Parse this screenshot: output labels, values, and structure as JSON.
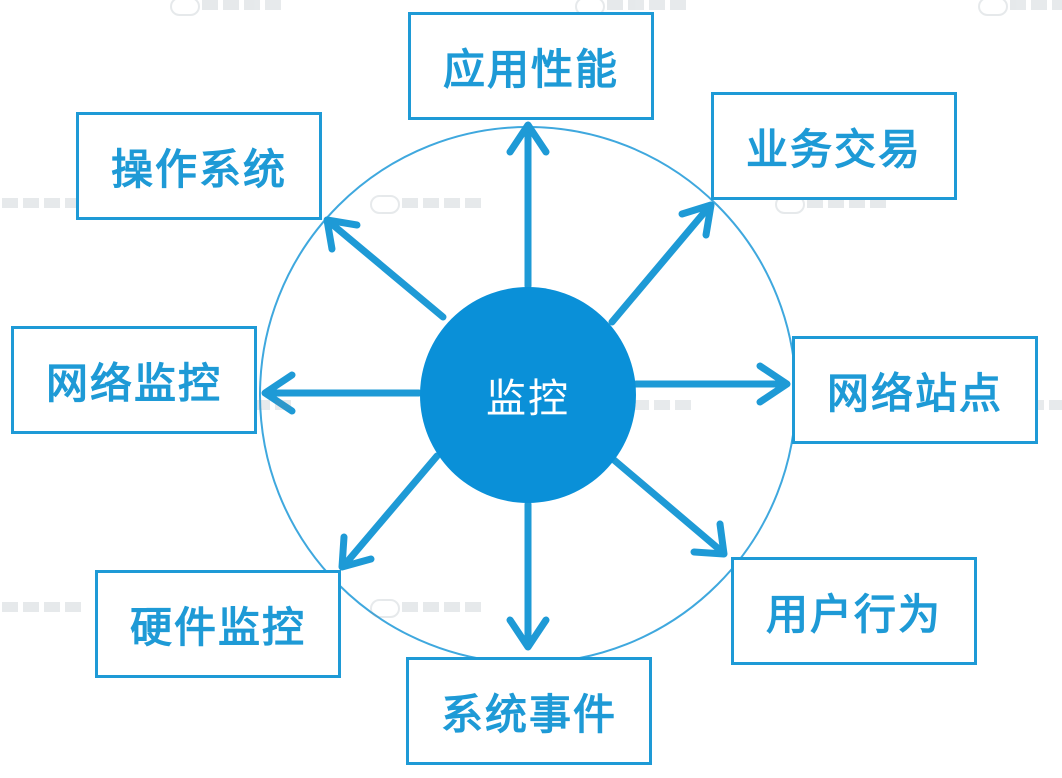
{
  "diagram": {
    "center": {
      "label": "监控"
    },
    "nodes": [
      {
        "id": "app-performance",
        "label": "应用性能"
      },
      {
        "id": "business-transaction",
        "label": "业务交易"
      },
      {
        "id": "web-site",
        "label": "网络站点"
      },
      {
        "id": "user-behavior",
        "label": "用户行为"
      },
      {
        "id": "system-event",
        "label": "系统事件"
      },
      {
        "id": "hardware-monitoring",
        "label": "硬件监控"
      },
      {
        "id": "network-monitoring",
        "label": "网络监控"
      },
      {
        "id": "operating-system",
        "label": "操作系统"
      }
    ],
    "colors": {
      "accent": "#1e9ad6",
      "center_fill": "#0a90d8",
      "circle_stroke": "#3fa8de",
      "center_text": "#ffffff",
      "background": "#ffffff"
    }
  }
}
